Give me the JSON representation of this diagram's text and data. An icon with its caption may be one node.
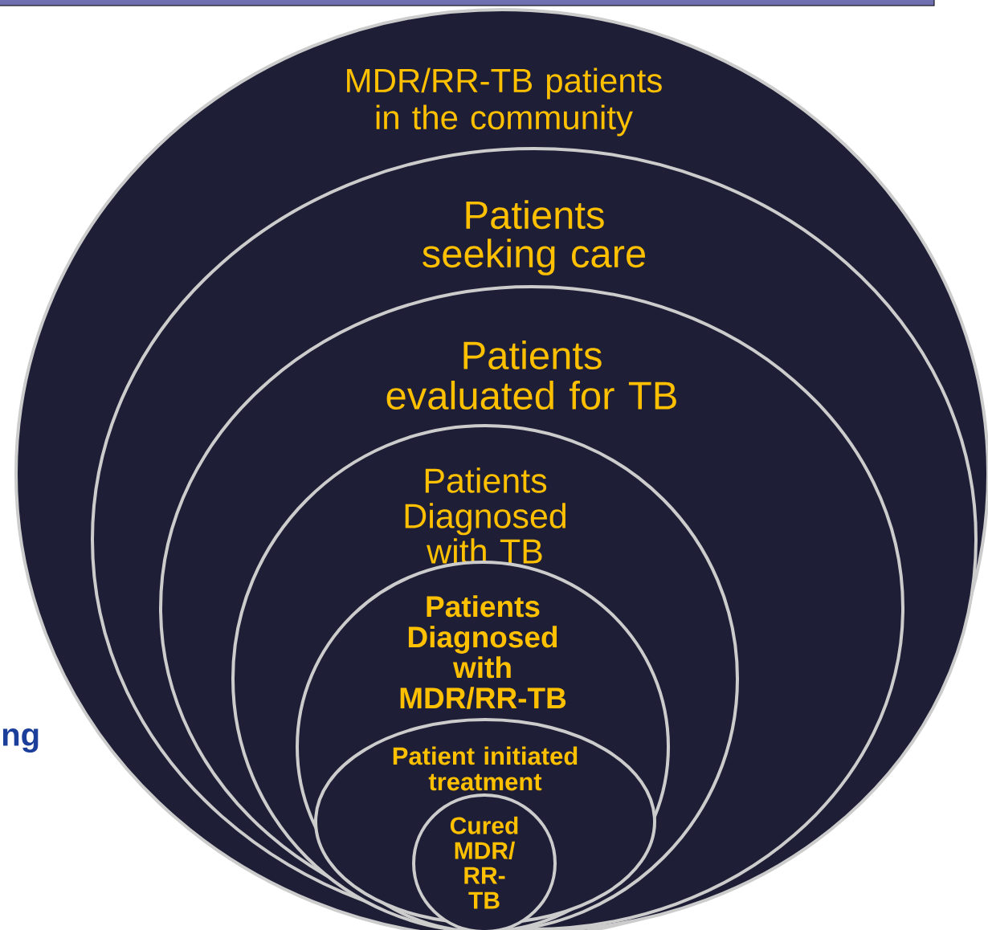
{
  "diagram": {
    "nodes": [
      {
        "text": [
          "MDR/RR-TB patients in the community"
        ]
      },
      {
        "text": [
          "Patients seeking care"
        ],
        "in": 0
      },
      {
        "text": [
          "Patients evaluated for TB"
        ],
        "in": 1
      },
      {
        "text": [
          "Patients Diagnosed with TB"
        ],
        "in": 2
      },
      {
        "text": [
          "Patients Diagnosed with MDR/RR-TB"
        ],
        "in": 3
      },
      {
        "text": [
          "Patient initiated treatment"
        ],
        "in": 4
      },
      {
        "text": [
          "Cured MDR/RR-TB"
        ],
        "in": 5
      }
    ],
    "labels": [
      "ng"
    ]
  }
}
